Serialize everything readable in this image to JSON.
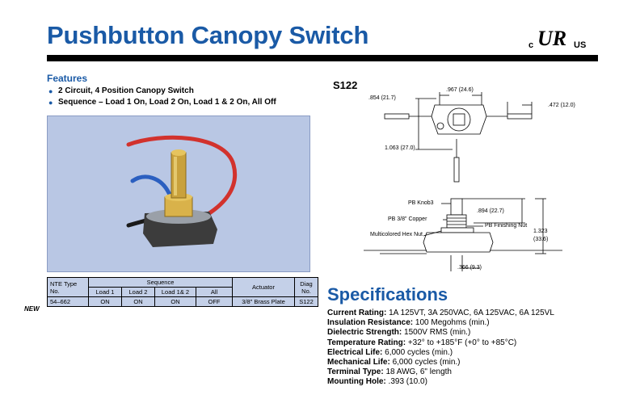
{
  "header": {
    "title": "Pushbutton Canopy Switch",
    "cert_mark": {
      "prefix": "c",
      "mark": "UR",
      "suffix": "US"
    }
  },
  "features": {
    "heading": "Features",
    "items": [
      "2 Circuit, 4 Position Canopy Switch",
      "Sequence – Load 1 On, Load 2 On, Load 1 & 2 On, All Off"
    ]
  },
  "photo": {
    "colors": {
      "panel": "#b9c7e4",
      "brass": "#c9a13c",
      "red_wire": "#d2322d",
      "blue_wire": "#2b5fc0",
      "base": "#3c3c3c"
    }
  },
  "table": {
    "headers": {
      "type_no": "NTE Type No.",
      "sequence": "Sequence",
      "load1": "Load 1",
      "load2": "Load 2",
      "load12": "Load 1& 2",
      "all": "All",
      "actuator": "Actuator",
      "diag_no": "Diag No."
    },
    "rows": [
      {
        "type_no": "54–662",
        "load1": "ON",
        "load2": "ON",
        "load12": "ON",
        "all": "OFF",
        "actuator": "3/8\" Brass Plate",
        "diag": "S122"
      }
    ],
    "new_tag": "NEW"
  },
  "diagram": {
    "model": "S122",
    "dims": {
      "d854": ".854 (21.7)",
      "d967": ".967 (24.6)",
      "d472": ".472 (12.0)",
      "d1063": "1.063 (27.0)",
      "d894": ".894 (22.7)",
      "d1323a": "1.323",
      "d1323b": "(33.6)",
      "d366": ".366 (9.3)"
    },
    "labels": {
      "knob": "PB Knob3",
      "copper": "PB 3/8\" Copper",
      "finishing_nut": "PB Finishing Nut",
      "hex_nut": "Multicolored Hex Nut"
    }
  },
  "specs": {
    "heading": "Specifications",
    "items": [
      {
        "label": "Current Rating:",
        "value": "1A 125VT, 3A 250VAC, 6A 125VAC, 6A 125VL"
      },
      {
        "label": "Insulation Resistance:",
        "value": "100 Megohms (min.)"
      },
      {
        "label": "Dielectric Strength:",
        "value": "1500V RMS (min.)"
      },
      {
        "label": "Temperature Rating:",
        "value": "+32° to +185°F (+0° to +85°C)"
      },
      {
        "label": "Electrical Life:",
        "value": "6,000 cycles (min.)"
      },
      {
        "label": "Mechanical Life:",
        "value": "6,000 cycles (min.)"
      },
      {
        "label": "Terminal Type:",
        "value": "18 AWG, 6\" length"
      },
      {
        "label": "Mounting Hole:",
        "value": ".393 (10.0)"
      }
    ]
  }
}
